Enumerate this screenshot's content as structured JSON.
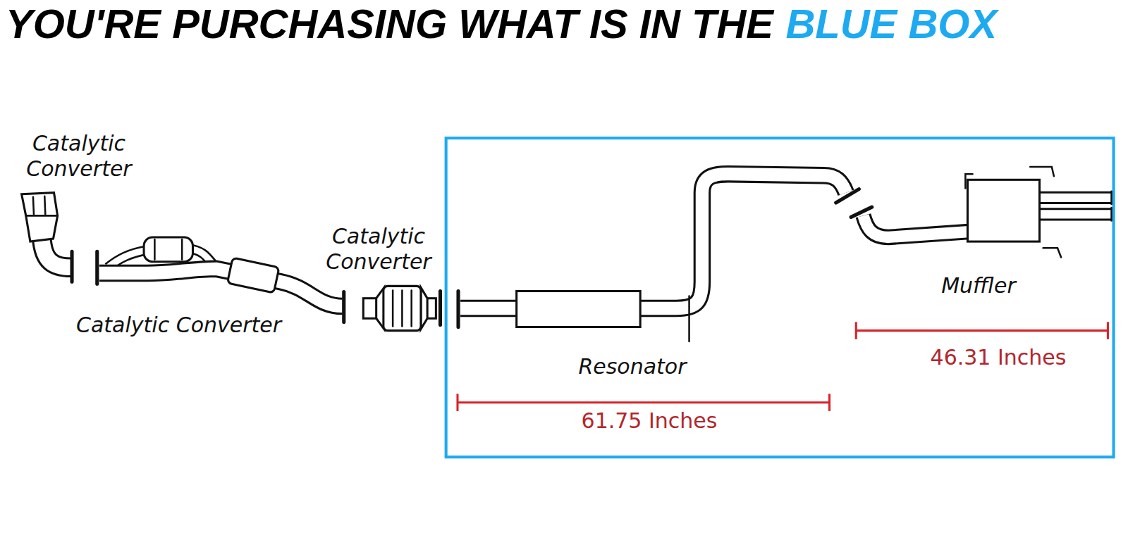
{
  "diagram": {
    "title": "YOU'RE PURCHASING WHAT IS IN THE",
    "labels": [
      "BLUE BOX",
      "Catalytic Converter",
      "Catalytic Converter",
      "Catalytic Converter",
      "Resonator",
      "Muffler",
      "61.75 Inches",
      "46.31 Inches"
    ]
  }
}
